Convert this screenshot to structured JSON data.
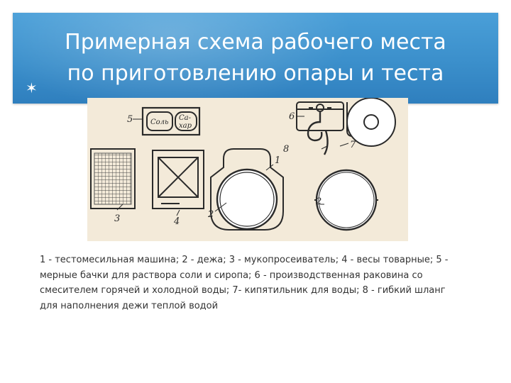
{
  "slide": {
    "title_line1": "Примерная схема рабочего места",
    "title_line2": "по приготовлению опары и теста",
    "caption": "1 - тестомесильная машина; 2 - дежа; 3 - мукопросеиватель; 4 - весы товарные; 5 - мерные бачки для раствора соли и сиропа; 6 - производственная раковина со смесителем горячей и холодной воды; 7- кипятильник для воды; 8 - гибкий шланг для наполнения дежи теплой водой"
  },
  "diagram": {
    "tank_label_salt": "Соль",
    "tank_label_sugar_top": "Са-",
    "tank_label_sugar_bottom": "хар",
    "callouts": {
      "n1": "1",
      "n2a": "2",
      "n2b": "2",
      "n3": "3",
      "n4": "4",
      "n5": "5",
      "n6": "6",
      "n7": "7",
      "n8": "8"
    }
  },
  "colors": {
    "title_band": "#3b8fcb",
    "figure_bg": "#f3ead9",
    "ink": "#2a2a2a"
  }
}
